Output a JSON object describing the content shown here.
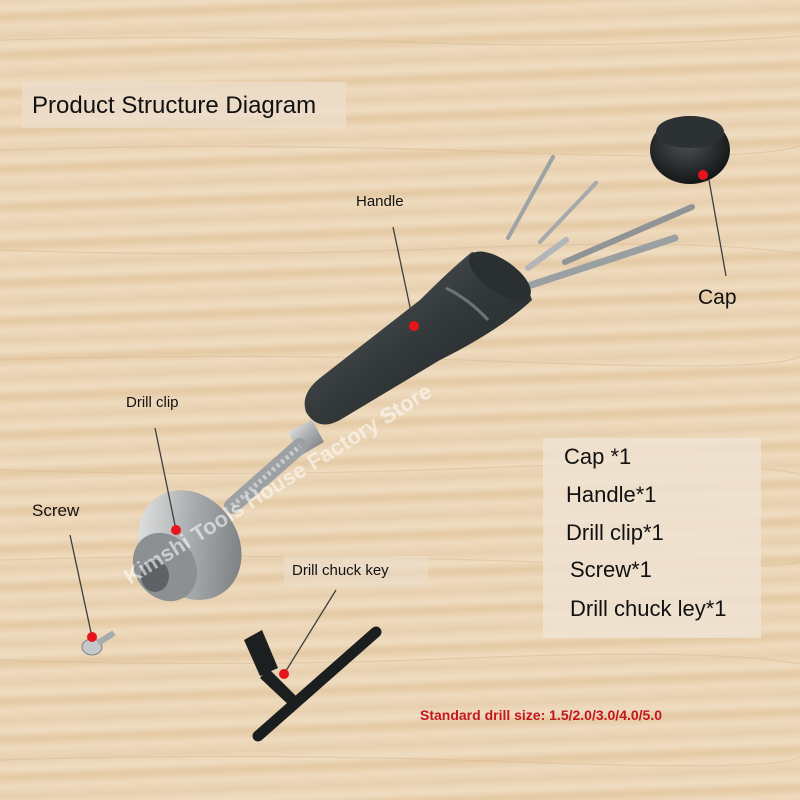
{
  "title": "Product Structure Diagram",
  "labels": {
    "handle": "Handle",
    "cap": "Cap",
    "drill_clip": "Drill clip",
    "screw": "Screw",
    "drill_chuck_key": "Drill chuck key"
  },
  "contents": [
    "Cap *1",
    "Handle*1",
    "Drill clip*1",
    "Screw*1",
    "Drill chuck ley*1"
  ],
  "note": "Standard drill size: 1.5/2.0/3.0/4.0/5.0",
  "watermark": "Kimshi Tools House Factory Store",
  "colors": {
    "marker": "#e8141c",
    "note": "#c4161c"
  }
}
